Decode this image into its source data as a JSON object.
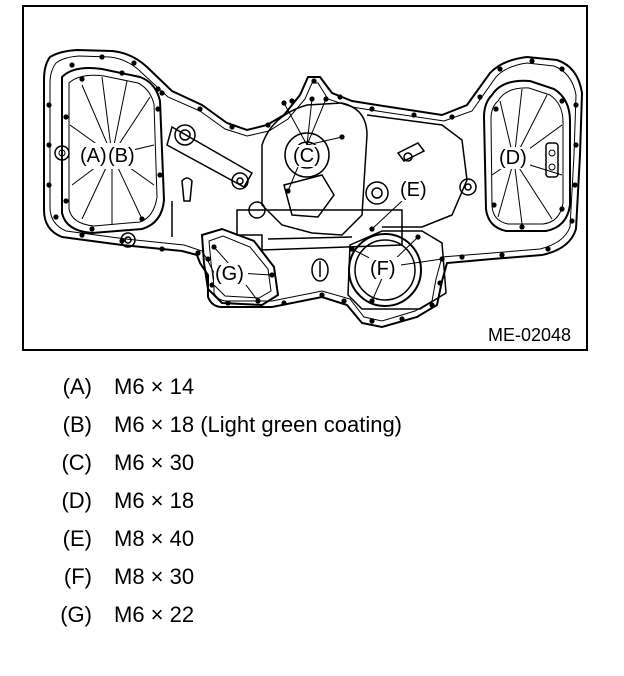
{
  "figure": {
    "id": "ME-02048",
    "callouts": {
      "a": "(A)",
      "b": "(B)",
      "c": "(C)",
      "d": "(D)",
      "e": "(E)",
      "f": "(F)",
      "g": "(G)"
    }
  },
  "legend": [
    {
      "key": "(A)",
      "value": "M6 × 14"
    },
    {
      "key": "(B)",
      "value": "M6 × 18 (Light green coating)"
    },
    {
      "key": "(C)",
      "value": "M6 × 30"
    },
    {
      "key": "(D)",
      "value": "M6 × 18"
    },
    {
      "key": "(E)",
      "value": "M8 × 40"
    },
    {
      "key": "(F)",
      "value": "M8 × 30"
    },
    {
      "key": "(G)",
      "value": "M6 × 22"
    }
  ]
}
